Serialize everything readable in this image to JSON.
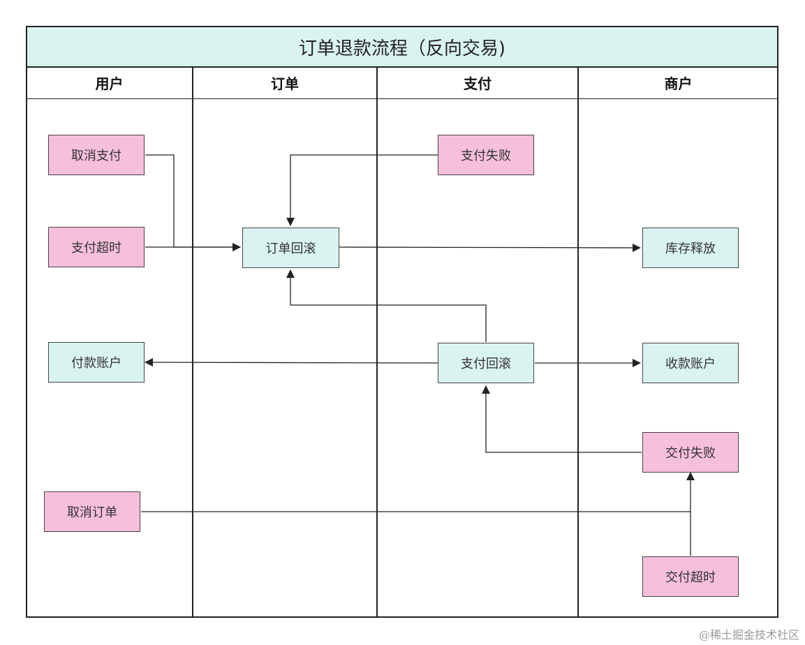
{
  "title": "订单退款流程（反向交易)",
  "lanes": [
    "用户",
    "订单",
    "支付",
    "商户"
  ],
  "nodes": {
    "cancel_payment": "取消支付",
    "payment_timeout": "支付超时",
    "payment_account": "付款账户",
    "cancel_order": "取消订单",
    "order_rollback": "订单回滚",
    "payment_failed": "支付失败",
    "payment_rollback": "支付回滚",
    "inventory_release": "库存释放",
    "receiving_account": "收款账户",
    "delivery_failed": "交付失败",
    "delivery_timeout": "交付超时"
  },
  "colors": {
    "pink": "#f6bfdc",
    "teal": "#d9f3f1",
    "line": "#222222"
  },
  "watermark": "@稀土掘金技术社区"
}
